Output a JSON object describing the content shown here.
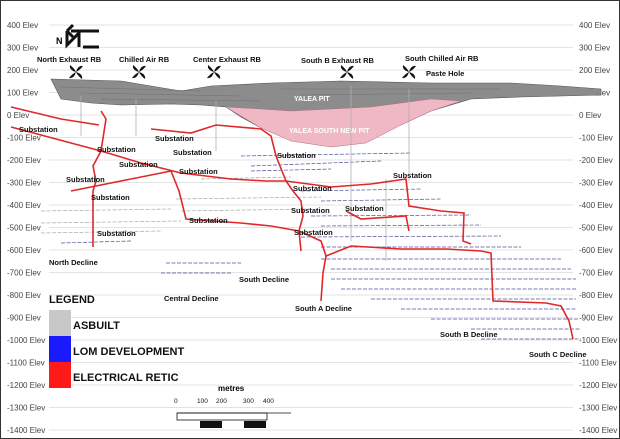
{
  "elevations": [
    "400 Elev",
    "300 Elev",
    "200 Elev",
    "100 Elev",
    "0 Elev",
    "-100 Elev",
    "-200 Elev",
    "-300 Elev",
    "-400 Elev",
    "-500 Elev",
    "-600 Elev",
    "-700 Elev",
    "-800 Elev",
    "-900 Elev",
    "-1000 Elev",
    "-1100 Elev",
    "-1200 Elev",
    "-1300 Elev",
    "-1400 Elev"
  ],
  "north_label": "N",
  "raise_bores": [
    "North Exhaust RB",
    "Chilled Air RB",
    "Center Exhaust RB",
    "South B Exhaust RB",
    "South Chilled Air RB"
  ],
  "paste_hole": "Paste Hole",
  "pits": {
    "yalea": "YALEA PIT",
    "yalea_south": "YALEA SOUTH NEW PIT"
  },
  "substation_label": "Substation",
  "declines": {
    "north": "North Decline",
    "central": "Central Decline",
    "south": "South  Decline",
    "south_a": "South A Decline",
    "south_b": "South B Decline",
    "south_c": "South C Decline"
  },
  "legend": {
    "title": "LEGEND",
    "items": [
      {
        "label": "ASBUILT",
        "color": "#c8c8c8"
      },
      {
        "label": "LOM DEVELOPMENT",
        "color": "#1a1aff"
      },
      {
        "label": "ELECTRICAL RETIC",
        "color": "#ff1a1a"
      }
    ]
  },
  "scale": {
    "title": "metres",
    "ticks": [
      "0",
      "100",
      "200",
      "300",
      "400"
    ]
  },
  "colors": {
    "pit": "#8a8a8a",
    "new_pit": "#f0b8c4",
    "retic": "#e0282a",
    "development": "#4a4ab0",
    "grid": "#c8c8c8"
  }
}
